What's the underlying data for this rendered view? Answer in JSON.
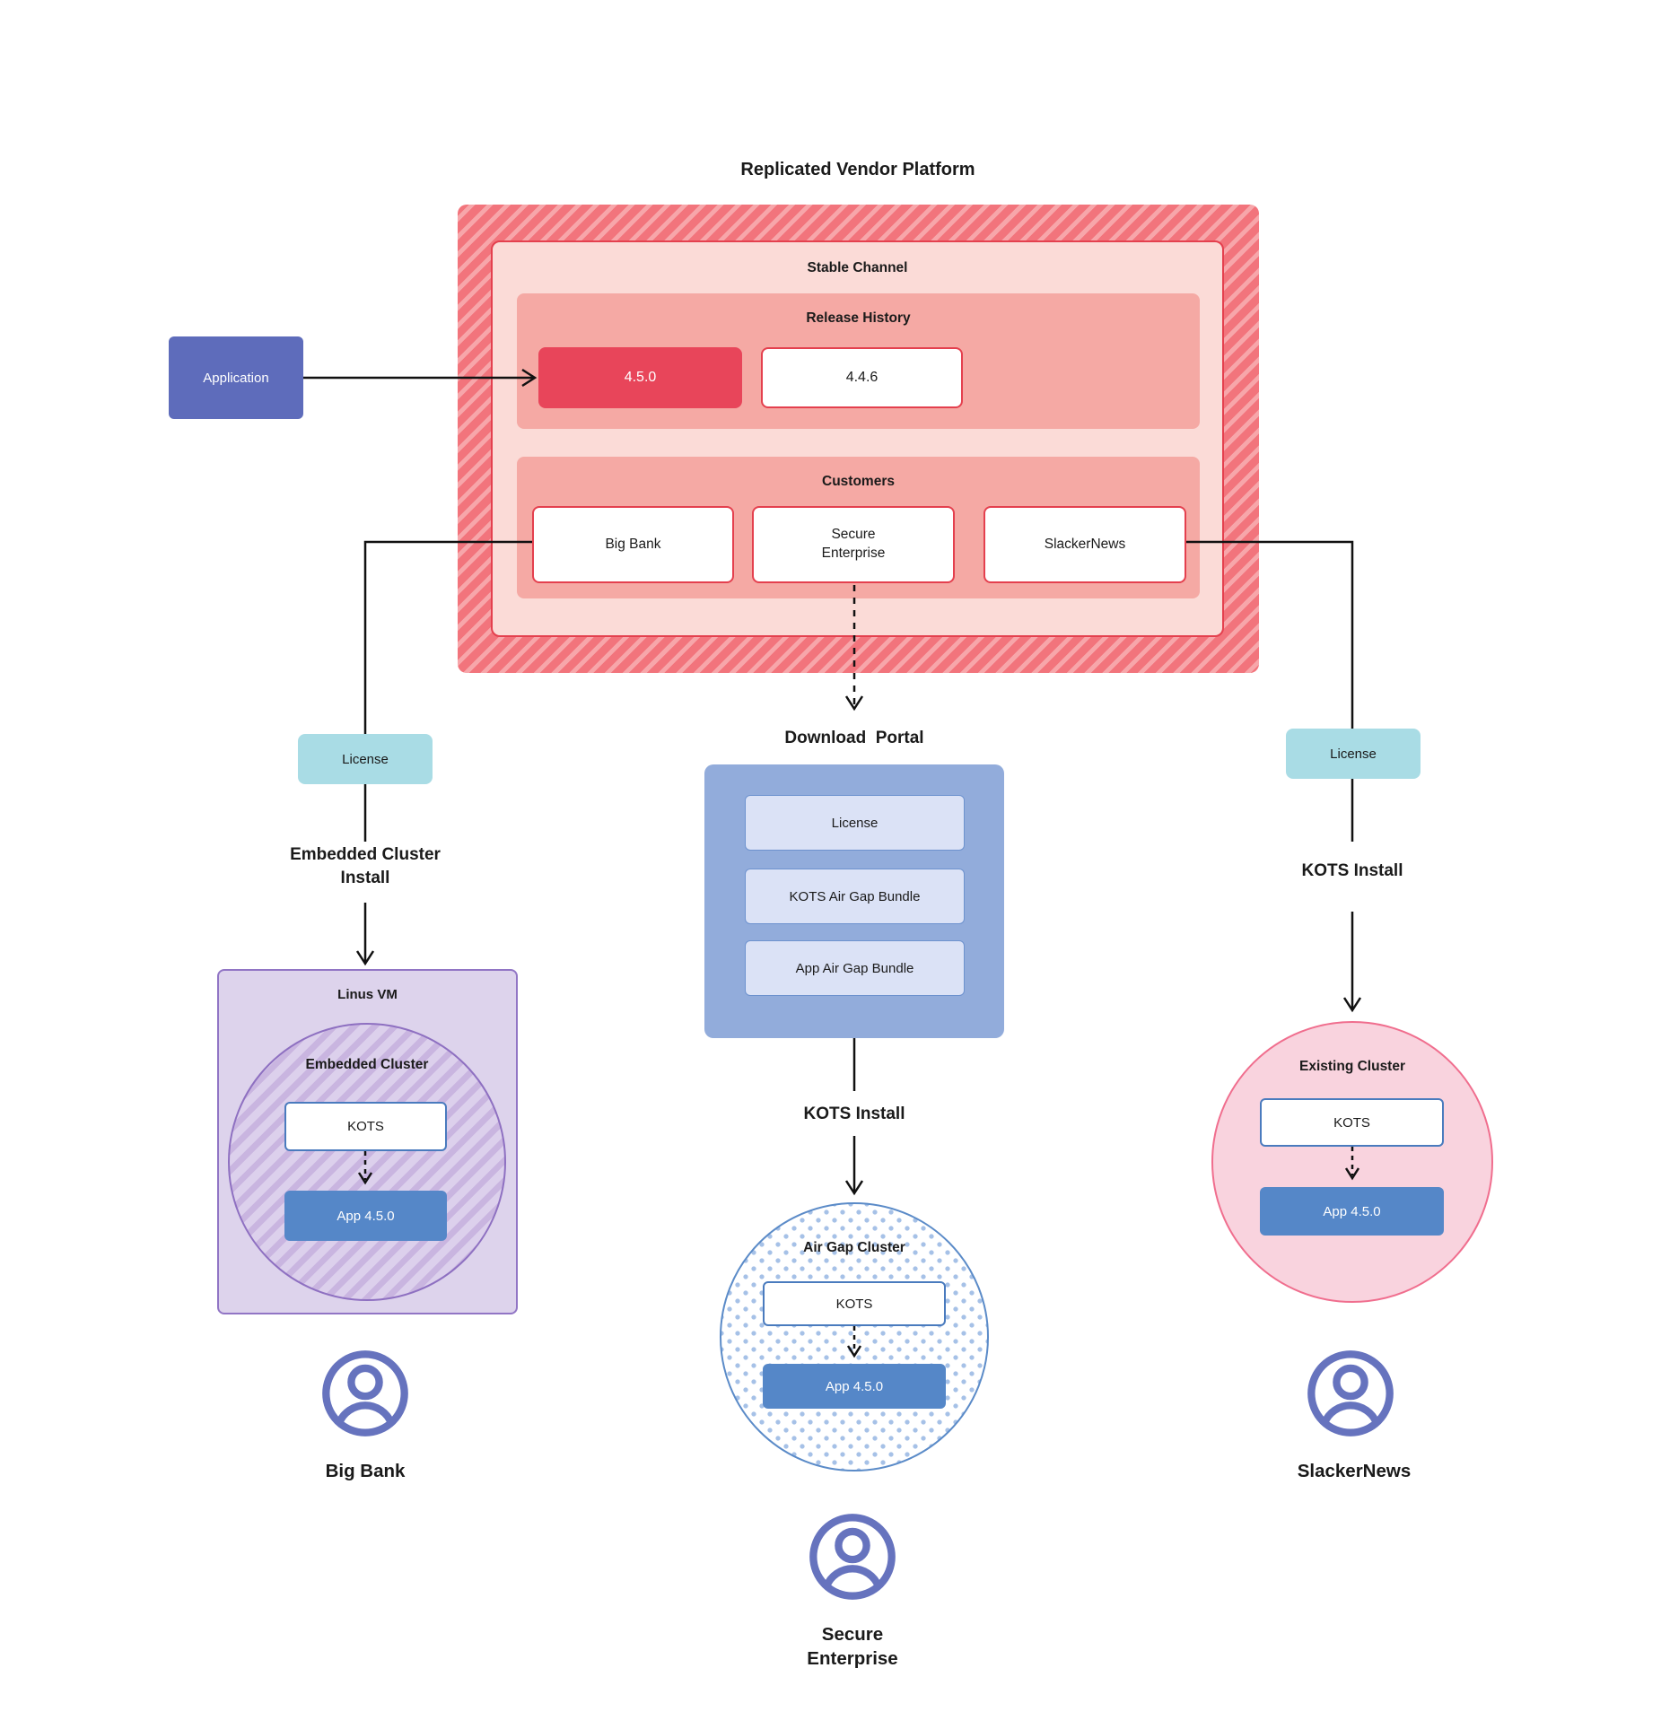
{
  "title": "Replicated Vendor Platform",
  "platform": {
    "stable_channel_label": "Stable Channel",
    "release_history": {
      "label": "Release History",
      "current_release": "4.5.0",
      "previous_release": "4.4.6"
    },
    "customers": {
      "label": "Customers",
      "big_bank": "Big Bank",
      "secure_enterprise": "Secure Enterprise",
      "slackernews": "SlackerNews"
    }
  },
  "application_label": "Application",
  "download_portal": {
    "title": "Download  Portal",
    "items": [
      "License",
      "KOTS Air Gap Bundle",
      "App Air Gap Bundle"
    ]
  },
  "branches": {
    "big_bank": {
      "license": "License",
      "install": "Embedded Cluster Install",
      "vm": "Linus VM",
      "cluster": "Embedded Cluster",
      "kots": "KOTS",
      "app": "App 4.5.0",
      "user": "Big Bank"
    },
    "secure_enterprise": {
      "install": "KOTS Install",
      "cluster": "Air Gap Cluster",
      "kots": "KOTS",
      "app": "App 4.5.0",
      "user": "Secure Enterprise"
    },
    "slackernews": {
      "license": "License",
      "install": "KOTS Install",
      "cluster": "Existing Cluster",
      "kots": "KOTS",
      "app": "App 4.5.0",
      "user": "SlackerNews"
    }
  },
  "colors": {
    "platform_hatch_base": "#f2747c",
    "platform_hatch_stripe": "#f7a6aa",
    "stable_channel_fill": "#fbdbd7",
    "red_border": "#e4404e",
    "salmon_panel": "#f5a9a4",
    "current_release_fill": "#e8455a",
    "application_fill": "#5e6cbb",
    "license_fill": "#a9dce5",
    "portal_fill": "#92acdb",
    "portal_item_fill": "#dbe2f6",
    "portal_item_border": "#6d92ce",
    "linus_vm_fill": "#ddd3ec",
    "purple_border": "#9175c5",
    "embedded_hatch_dark": "#c9b5e0",
    "embedded_hatch_light": "#dcd0ec",
    "kots_border": "#4a7bbe",
    "app_fill": "#5587c8",
    "airgap_dot": "#a6c1e7",
    "existing_fill": "#f9d3de",
    "existing_border": "#f06e8e",
    "user_icon": "#6673be",
    "line": "#111111"
  }
}
